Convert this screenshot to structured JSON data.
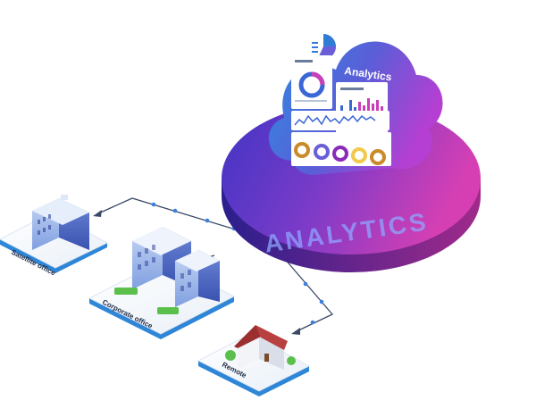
{
  "cloud": {
    "title": "Analytics",
    "icon": "analytics-chart-icon"
  },
  "platform": {
    "label": "ANALYTICS"
  },
  "sites": [
    {
      "label": "Satellite office",
      "icon": "satellite-office-building-icon"
    },
    {
      "label": "Corporate office",
      "icon": "corporate-office-building-icon"
    },
    {
      "label": "Remote",
      "icon": "remote-house-icon"
    }
  ],
  "colors": {
    "platform_left": "#4b3cc9",
    "platform_right": "#d63fb3",
    "cloud_left": "#2f7bd6",
    "cloud_right": "#b13ccf",
    "tile_edge": "#3b8fd8",
    "link_line": "#3a4a66",
    "node_dot": "#3d7fe0"
  }
}
